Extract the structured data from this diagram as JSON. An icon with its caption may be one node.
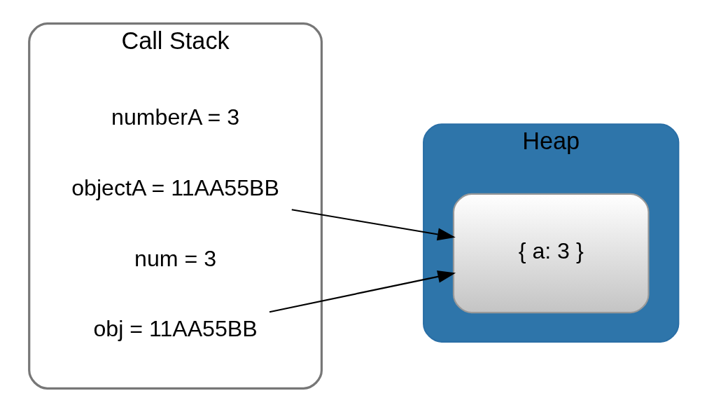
{
  "diagram": {
    "nodes": [
      {
        "text": [
          "Call Stack"
        ]
      },
      {
        "text": [
          "obj = 11AA55BB"
        ],
        "in": 0
      },
      {
        "text": [
          "num = 3"
        ],
        "in": 0
      },
      {
        "text": [
          "objectA = 11AA55BB"
        ],
        "in": 0
      },
      {
        "text": [
          "numberA = 3"
        ],
        "in": 0
      },
      {
        "text": [
          "Heap"
        ]
      },
      {
        "text": [
          "{ a: 3 }"
        ],
        "in": 5
      }
    ],
    "edges": [
      {
        "from": 1,
        "to": 6,
        "arrow": "to"
      },
      {
        "from": 3,
        "to": 6,
        "arrow": "to"
      }
    ]
  }
}
